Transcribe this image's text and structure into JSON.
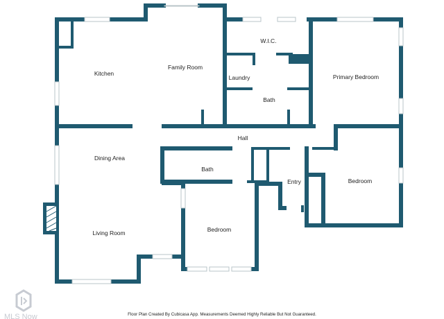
{
  "rooms": {
    "kitchen": "Kitchen",
    "family_room": "Family Room",
    "wic": "W.I.C.",
    "laundry": "Laundry",
    "bath_upper": "Bath",
    "primary_bedroom": "Primary Bedroom",
    "hall": "Hall",
    "dining_area": "Dining Area",
    "bath_lower": "Bath",
    "entry": "Entry",
    "bedroom_right": "Bedroom",
    "living_room": "Living Room",
    "bedroom_center": "Bedroom"
  },
  "footer": {
    "note": "Floor Plan Created By Cubicasa App. Measurements Deemed Highly Reliable But Not Guaranteed."
  },
  "logo": {
    "text": "MLS Now",
    "icon": "mls-now-logo-icon"
  },
  "colors": {
    "wall": "#1f5a70",
    "text": "#222222",
    "logo": "#c7cbd2"
  }
}
